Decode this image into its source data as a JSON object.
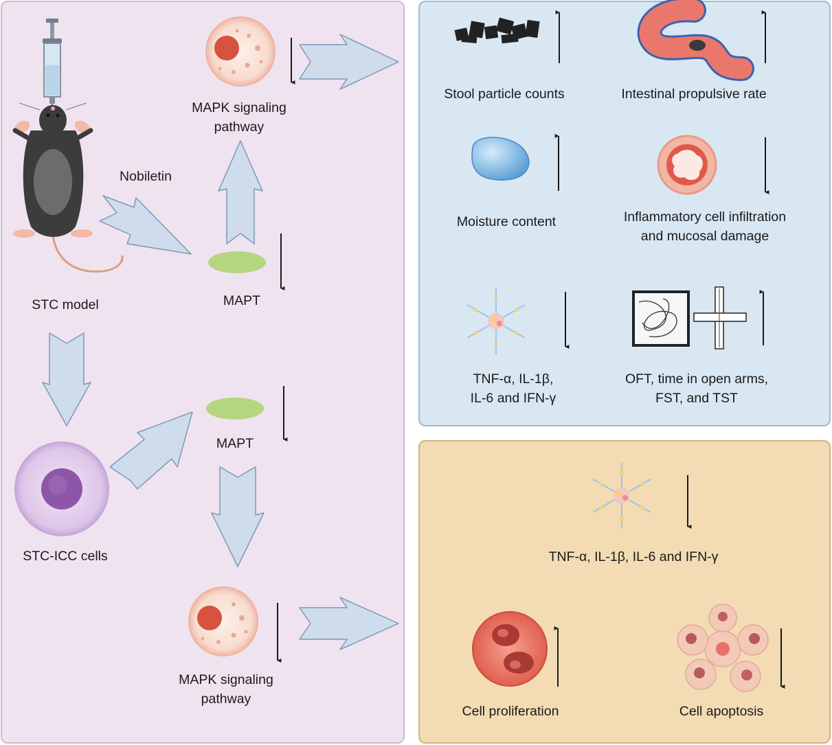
{
  "left_panel": {
    "stc_model": "STC model",
    "nobiletin": "Nobiletin",
    "mapk_top": [
      "MAPK signaling",
      "pathway"
    ],
    "mapt_top": "MAPT",
    "stc_icc_cells": "STC-ICC cells",
    "mapt_bottom": "MAPT",
    "mapk_bottom": [
      "MAPK signaling",
      "pathway"
    ]
  },
  "blue_panel": {
    "stool": "Stool particle counts",
    "intestinal": "Intestinal propulsive rate",
    "moisture": "Moisture content",
    "inflammatory": [
      "Inflammatory cell infiltration",
      "and mucosal damage"
    ],
    "cytokines": [
      "TNF-α, IL-1β,",
      "IL-6 and IFN-γ"
    ],
    "behavior": [
      "OFT, time in open arms,",
      "FST, and TST"
    ]
  },
  "orange_panel": {
    "cytokines": "TNF-α, IL-1β, IL-6 and IFN-γ",
    "proliferation": "Cell proliferation",
    "apoptosis": "Cell apoptosis"
  },
  "colors": {
    "left_panel_bg": "#efe3f0",
    "blue_panel_bg": "#d9e7f2",
    "orange_panel_bg": "#f3dcb3",
    "arrow_fill": "#cfdcec",
    "arrow_stroke": "#7f97b8"
  }
}
